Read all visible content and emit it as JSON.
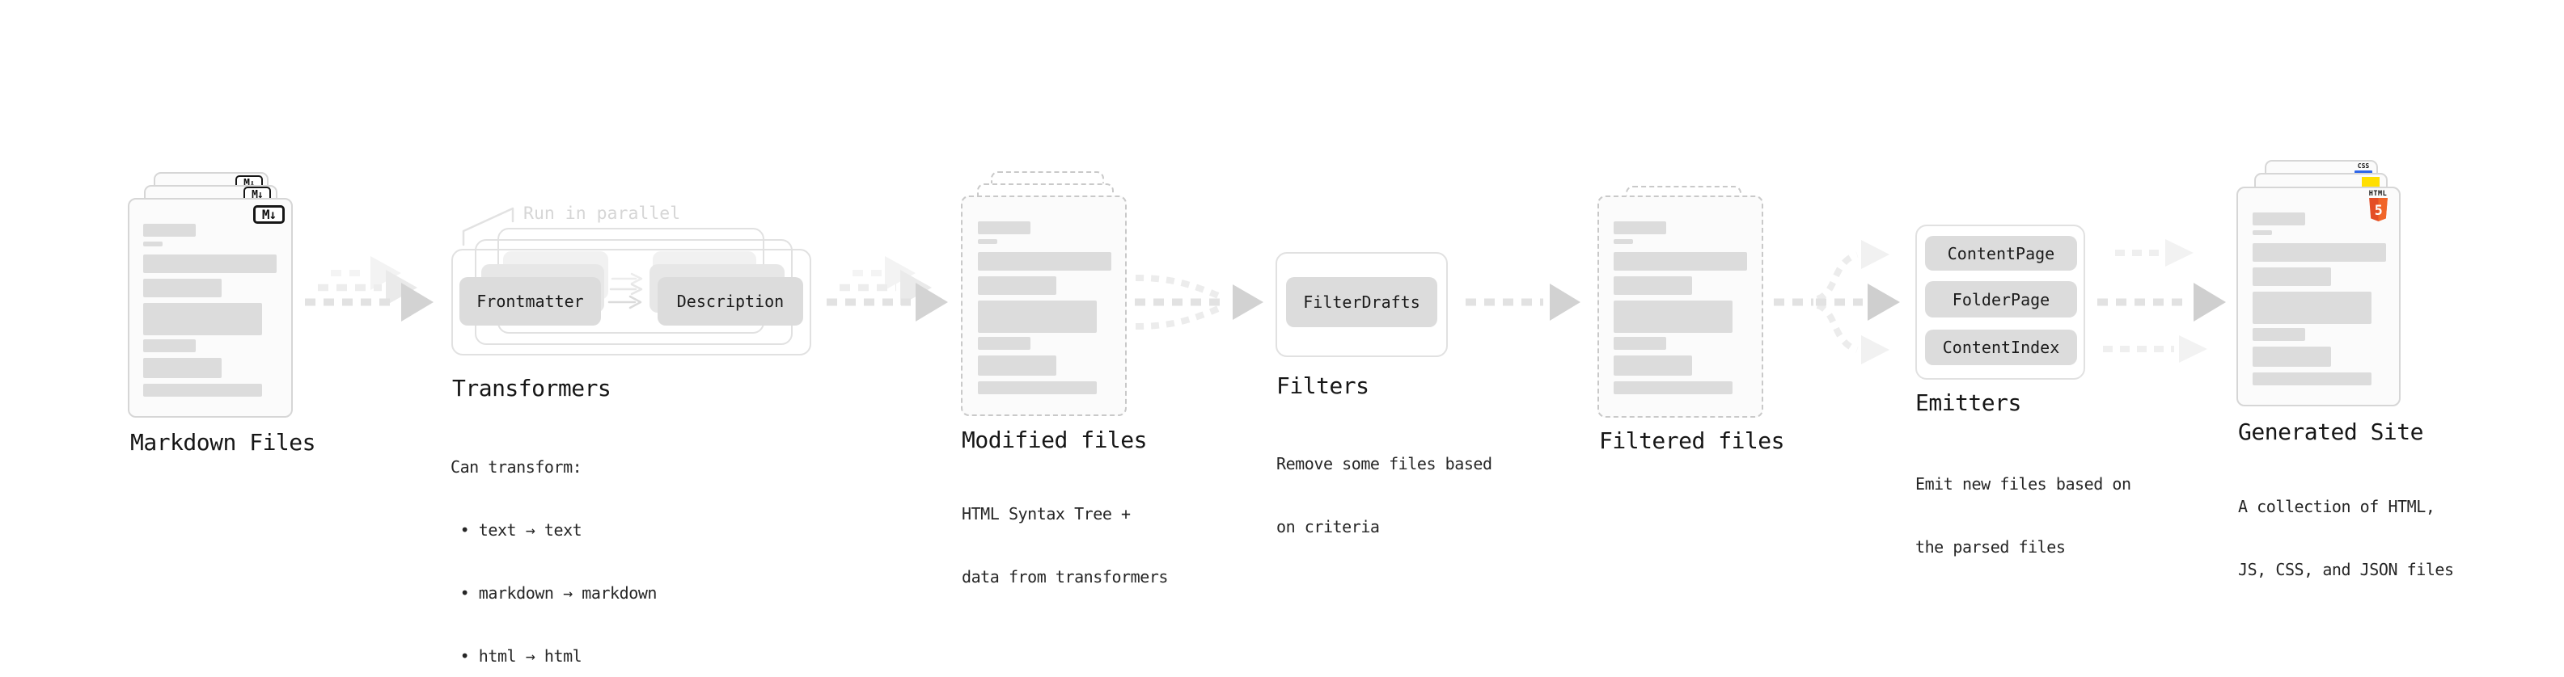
{
  "diagram": {
    "stages": {
      "markdown": {
        "title": "Markdown Files"
      },
      "transformers": {
        "title": "Transformers",
        "annotation": "Run in parallel",
        "pill_from": "Frontmatter",
        "pill_to": "Description",
        "desc": [
          "Can transform:",
          " • text → text",
          " • markdown → markdown",
          " • html → html"
        ]
      },
      "modified": {
        "title": "Modified files",
        "desc": [
          "HTML Syntax Tree +",
          "data from transformers"
        ]
      },
      "filters": {
        "title": "Filters",
        "pill": "FilterDrafts",
        "desc": [
          "Remove some files based",
          "on criteria"
        ]
      },
      "filtered": {
        "title": "Filtered files"
      },
      "emitters": {
        "title": "Emitters",
        "pills": [
          "ContentPage",
          "FolderPage",
          "ContentIndex"
        ],
        "desc": [
          "Emit new files based on",
          "the parsed files"
        ]
      },
      "generated": {
        "title": "Generated Site",
        "desc": [
          "A collection of HTML,",
          "JS, CSS, and JSON files"
        ]
      }
    },
    "badges": {
      "markdown": "M↓",
      "html5_wordmark": "HTML",
      "html5_number": "5",
      "css_wordmark": "CSS"
    },
    "colors": {
      "html5_orange": "#e44d26",
      "html5_orange_light": "#f16529",
      "js_yellow": "#ffdf00",
      "css_blue": "#2f66e8"
    }
  }
}
